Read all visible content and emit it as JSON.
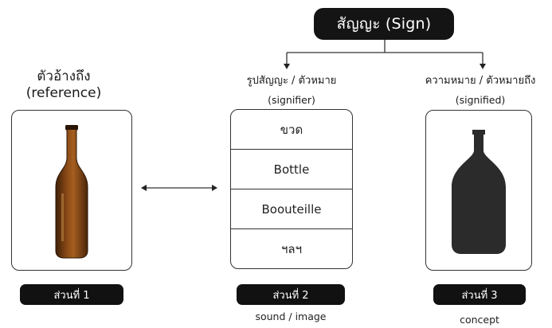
{
  "title": "สัญญะ (Sign)",
  "reference": {
    "label_line1": "ตัวอ้างถึง",
    "label_line2": "(reference)",
    "part_label": "ส่วนที่ 1",
    "image_icon": "brown-glass-bottle-photo"
  },
  "signifier": {
    "label": "รูปสัญญะ / ตัวหมาย",
    "sub_label": "(signifier)",
    "items": [
      "ขวด",
      "Bottle",
      "Boouteille",
      "ฯลฯ"
    ],
    "part_label": "ส่วนที่ 2",
    "caption": "sound / image"
  },
  "signified": {
    "label": "ความหมาย / ตัวหมายถึง",
    "sub_label": "(signified)",
    "part_label": "ส่วนที่ 3",
    "caption": "concept",
    "image_icon": "bottle-silhouette"
  },
  "colors": {
    "dark": "#141414",
    "bottle_brown": "#6b3a12",
    "silhouette": "#2b2b2b"
  }
}
